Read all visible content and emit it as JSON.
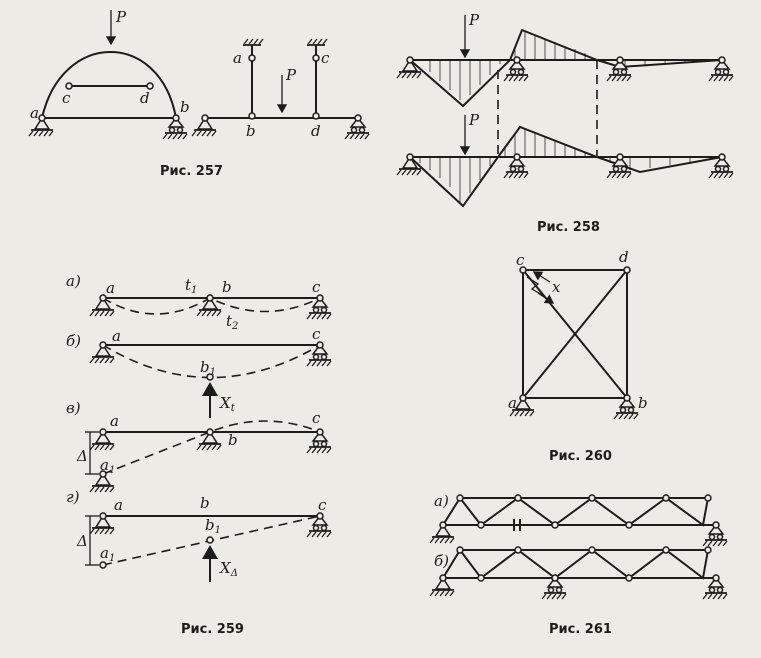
{
  "captions": {
    "fig257": "Рис. 257",
    "fig258": "Рис. 258",
    "fig259": "Рис. 259",
    "fig260": "Рис. 260",
    "fig261": "Рис. 261"
  },
  "fig257": {
    "load": "P",
    "arch_labels": {
      "a": "a",
      "b": "b",
      "c": "c",
      "d": "d"
    },
    "beam_labels": {
      "a": "a",
      "b": "b",
      "c": "c",
      "d": "d",
      "load": "P"
    }
  },
  "fig258": {
    "load_top": "P",
    "load_bottom": "P"
  },
  "fig259": {
    "cases": {
      "a": "а)",
      "b": "б)",
      "c": "в)",
      "d": "г)"
    },
    "labels": {
      "a": "a",
      "b": "b",
      "c": "c",
      "t1": "t",
      "t1_sub": "1",
      "t2": "t",
      "t2_sub": "2",
      "b1": "b",
      "b1_sub": "1",
      "a1": "a",
      "a1_sub": "1",
      "Xt": "X",
      "Xt_sub": "t",
      "Xd": "X",
      "Xd_sub": "Δ",
      "delta": "Δ"
    }
  },
  "fig260": {
    "labels": {
      "a": "a",
      "b": "b",
      "c": "c",
      "d": "d",
      "x": "x"
    }
  },
  "fig261": {
    "cases": {
      "a": "а)",
      "b": "б)"
    }
  }
}
